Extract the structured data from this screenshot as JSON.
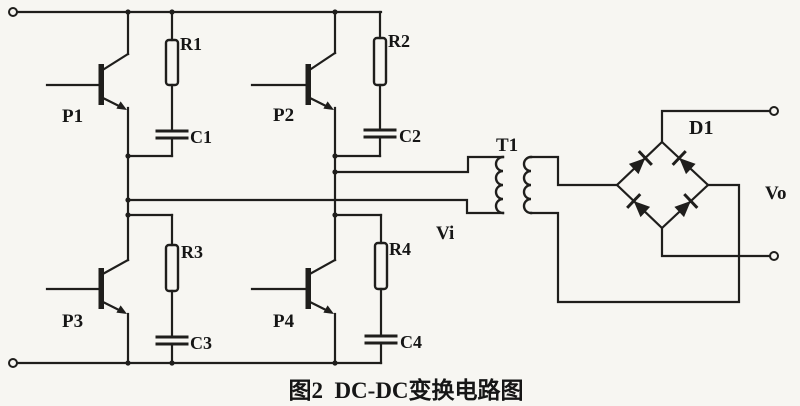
{
  "figure": {
    "caption": "图2  DC-DC变换电路图",
    "type": "circuit-diagram",
    "description_labels_only": true
  },
  "circuit": {
    "input_label": "Vi",
    "output_label": "Vo",
    "transformer_label": "T1",
    "bridge_label": "D1",
    "transistor_labels": [
      "P1",
      "P2",
      "P3",
      "P4"
    ],
    "resistor_labels": [
      "R1",
      "R2",
      "R3",
      "R4"
    ],
    "capacitor_labels": [
      "C1",
      "C2",
      "C3",
      "C4"
    ]
  },
  "colors": {
    "line": "#1f1e1c",
    "text": "#161616",
    "background": "#f7f6f2"
  }
}
